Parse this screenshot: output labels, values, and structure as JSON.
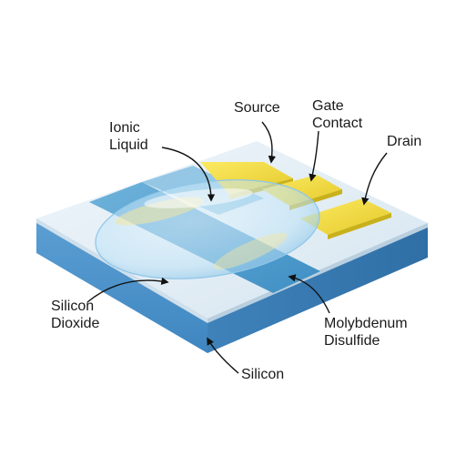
{
  "labels": {
    "ionic_liquid": [
      "Ionic",
      "Liquid"
    ],
    "source": "Source",
    "gate_contact": [
      "Gate",
      "Contact"
    ],
    "drain": "Drain",
    "silicon_dioxide": [
      "Silicon",
      "Dioxide"
    ],
    "molybdenum_disulfide": [
      "Molybdenum",
      "Disulfide"
    ],
    "silicon": "Silicon"
  },
  "colors": {
    "oxide_top": "#e6eff6",
    "silicon_side": "#4a90c8",
    "silicon_side_dark": "#3576ad",
    "mos2_channel": "#5aa6d2",
    "gold": "#f1dc3c",
    "gold_dark": "#c9b11a",
    "droplet": "#bfe3f7",
    "arrow": "#111111"
  }
}
